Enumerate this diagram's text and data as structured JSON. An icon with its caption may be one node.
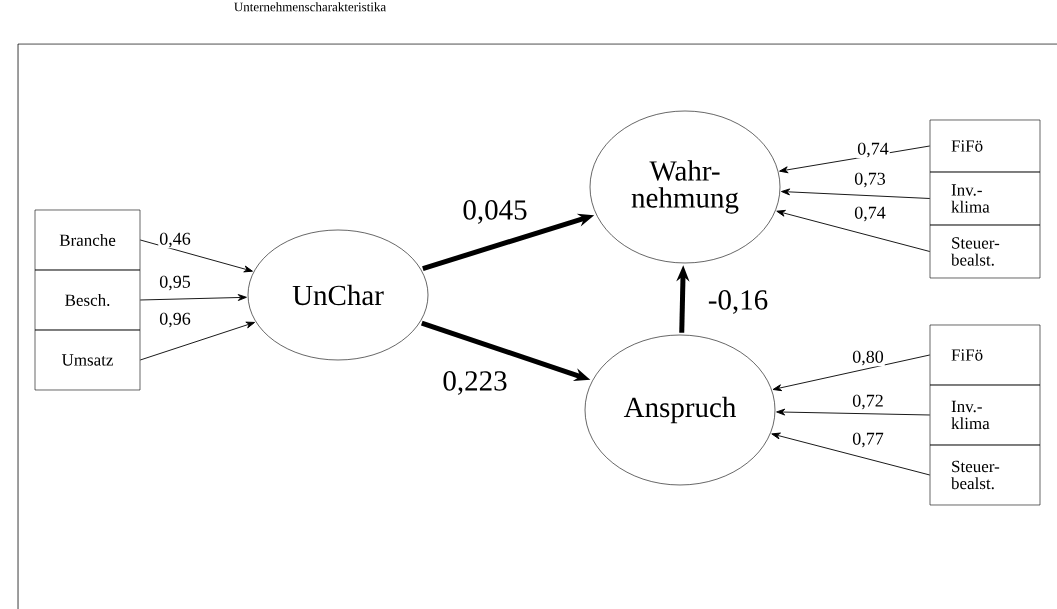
{
  "diagram": {
    "title": "Unternehmenscharakteristika",
    "nodes": [
      {
        "text": [
          "Branche"
        ]
      },
      {
        "text": [
          "Besch."
        ]
      },
      {
        "text": [
          "Umsatz"
        ]
      },
      {
        "text": [
          "UnChar"
        ]
      },
      {
        "text": [
          "Wahr- nehmung"
        ]
      },
      {
        "text": [
          "Anspruch"
        ]
      },
      {
        "text": [
          "FiFö"
        ]
      },
      {
        "text": [
          "Inv.- klima"
        ]
      },
      {
        "text": [
          "Steuer- bealst."
        ]
      },
      {
        "text": [
          "FiFö"
        ]
      },
      {
        "text": [
          "Inv.- klima"
        ]
      },
      {
        "text": [
          "Steuer- bealst."
        ]
      }
    ],
    "edges": [
      {
        "from": 0,
        "to": 3,
        "arrow": "to",
        "label": "0,46"
      },
      {
        "from": 1,
        "to": 3,
        "arrow": "to",
        "label": "0,95"
      },
      {
        "from": 2,
        "to": 3,
        "arrow": "to",
        "label": "0,96"
      },
      {
        "from": 3,
        "to": 4,
        "arrow": "to",
        "label": "0,045",
        "style": "thick"
      },
      {
        "from": 3,
        "to": 5,
        "arrow": "to",
        "label": "0,223",
        "style": "thick"
      },
      {
        "from": 5,
        "to": 4,
        "arrow": "to",
        "label": "-0,16",
        "style": "thick"
      },
      {
        "from": 6,
        "to": 4,
        "arrow": "to",
        "label": "0,74"
      },
      {
        "from": 7,
        "to": 4,
        "arrow": "to",
        "label": "0,73"
      },
      {
        "from": 8,
        "to": 4,
        "arrow": "to",
        "label": "0,74"
      },
      {
        "from": 9,
        "to": 5,
        "arrow": "to",
        "label": "0,80"
      },
      {
        "from": 10,
        "to": 5,
        "arrow": "to",
        "label": "0,72"
      },
      {
        "from": 11,
        "to": 5,
        "arrow": "to",
        "label": "0,77"
      }
    ]
  }
}
